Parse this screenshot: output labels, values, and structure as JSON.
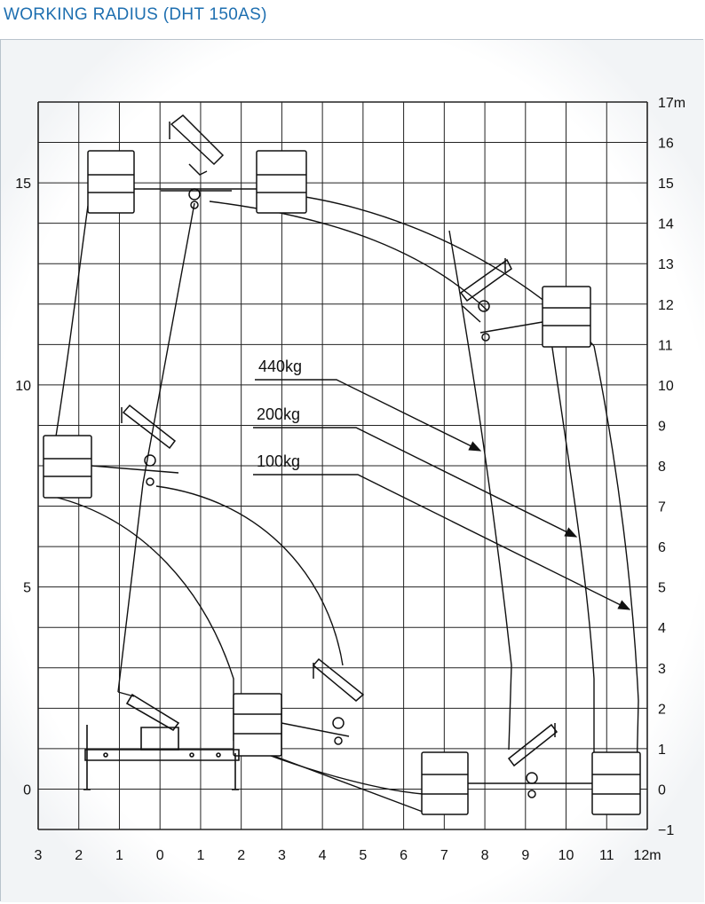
{
  "title": "WORKING RADIUS (DHT 150AS)",
  "axes": {
    "x_ticks": [
      "3",
      "2",
      "1",
      "0",
      "1",
      "2",
      "3",
      "4",
      "5",
      "6",
      "7",
      "8",
      "9",
      "10",
      "11",
      "12m"
    ],
    "y_left_ticks": [
      "15",
      "10",
      "5",
      "0"
    ],
    "y_right_ticks": [
      "17m",
      "16",
      "15",
      "14",
      "13",
      "12",
      "11",
      "10",
      "9",
      "8",
      "7",
      "6",
      "5",
      "4",
      "3",
      "2",
      "1",
      "0",
      "−1"
    ]
  },
  "loads": [
    {
      "label": "440kg"
    },
    {
      "label": "200kg"
    },
    {
      "label": "100kg"
    }
  ]
}
